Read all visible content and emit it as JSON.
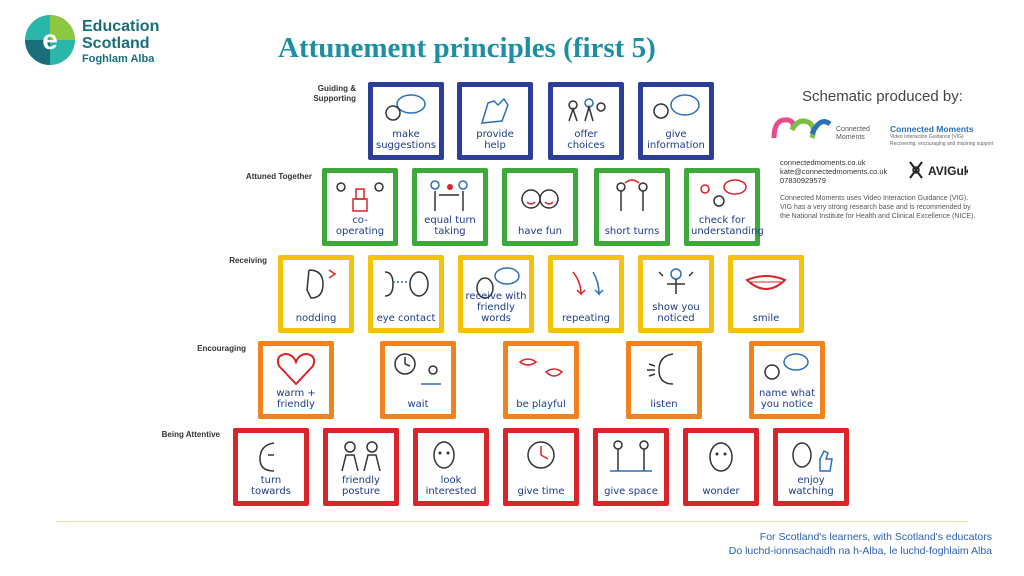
{
  "logo": {
    "line1": "Education",
    "line2": "Scotland",
    "line3": "Foghlam Alba"
  },
  "title": "Attunement principles (first 5)",
  "credit": {
    "by": "Schematic produced by:",
    "cm_name_1": "Connected",
    "cm_name_2": "Moments",
    "vig_title": "Connected Moments",
    "vig_sub": "Video Interaction Guidance (VIG)",
    "vig_sub2": "Recovering, encouraging and inspiring support",
    "contact": [
      "connectedmoments.co.uk",
      "kate@connectedmoments.co.uk",
      "07830929579"
    ],
    "avig": "AVIGuk",
    "blurb": "Connected Moments uses Video Interaction Guidance (VIG). VIG has a very strong research base and is recommended by the National Institute for Health and Clinical Excellence (NICE)."
  },
  "rows": [
    {
      "label": "Guiding & Supporting",
      "color": "#2b3f98",
      "cards": [
        "make suggestions",
        "provide help",
        "offer choices",
        "give information"
      ]
    },
    {
      "label": "Attuned Together",
      "color": "#3da93a",
      "cards": [
        "co-operating",
        "equal turn taking",
        "have fun",
        "short turns",
        "check for understanding"
      ]
    },
    {
      "label": "Receiving",
      "color": "#f4c20d",
      "cards": [
        "nodding",
        "eye contact",
        "receive with friendly words",
        "repeating",
        "show you noticed",
        "smile"
      ]
    },
    {
      "label": "Encouraging",
      "color": "#f2821f",
      "cards": [
        "warm + friendly",
        "wait",
        "be playful",
        "listen",
        "name what you notice"
      ]
    },
    {
      "label": "Being Attentive",
      "color": "#d9242a",
      "cards": [
        "turn towards",
        "friendly posture",
        "look interested",
        "give time",
        "give space",
        "wonder",
        "enjoy watching"
      ]
    }
  ],
  "footer": {
    "line1": "For Scotland's learners, with Scotland's educators",
    "line2": "Do luchd-ionnsachaidh na h-Alba, le luchd-foghlaim Alba"
  }
}
